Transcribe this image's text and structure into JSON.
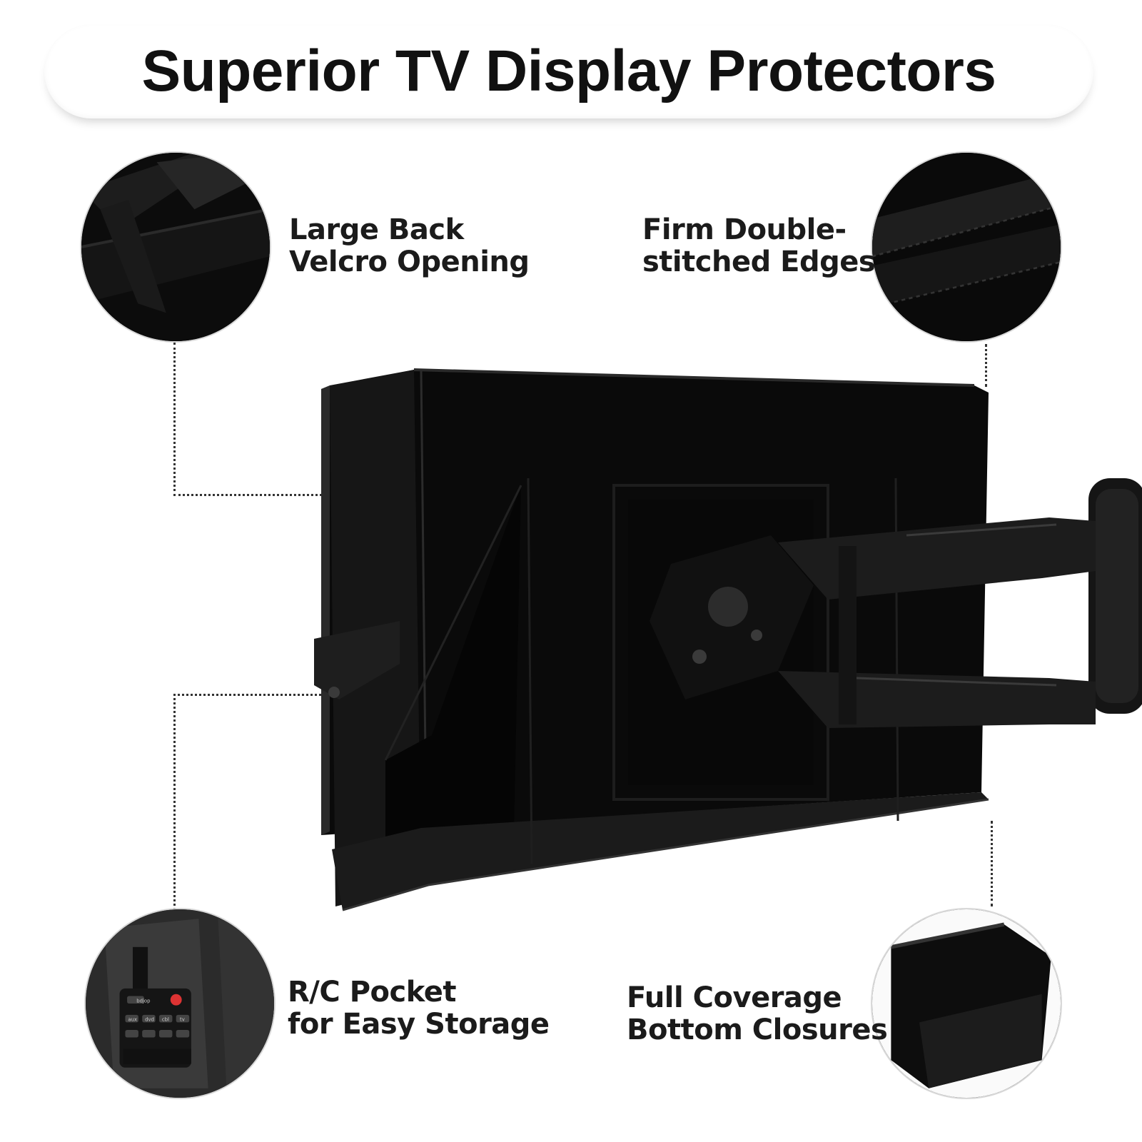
{
  "title": "Superior TV Display Protectors",
  "features": {
    "velcro": {
      "line1": "Large Back",
      "line2": "Velcro Opening",
      "icon": "velcro-detail-icon"
    },
    "stitching": {
      "line1": "Firm Double-",
      "line2": "stitched Edges",
      "icon": "stitched-edge-detail-icon"
    },
    "pocket": {
      "line1": "R/C Pocket",
      "line2": "for Easy Storage",
      "icon": "remote-pocket-detail-icon"
    },
    "bottom": {
      "line1": "Full Coverage",
      "line2": "Bottom Closures",
      "icon": "bottom-closure-detail-icon"
    }
  },
  "remote": {
    "top_button": "bdjop",
    "row1": [
      "aux",
      "dvd",
      "cbl",
      "tv"
    ]
  },
  "colors": {
    "cover": "#0a0a0a",
    "text": "#1b1b1b",
    "background": "#ffffff"
  }
}
